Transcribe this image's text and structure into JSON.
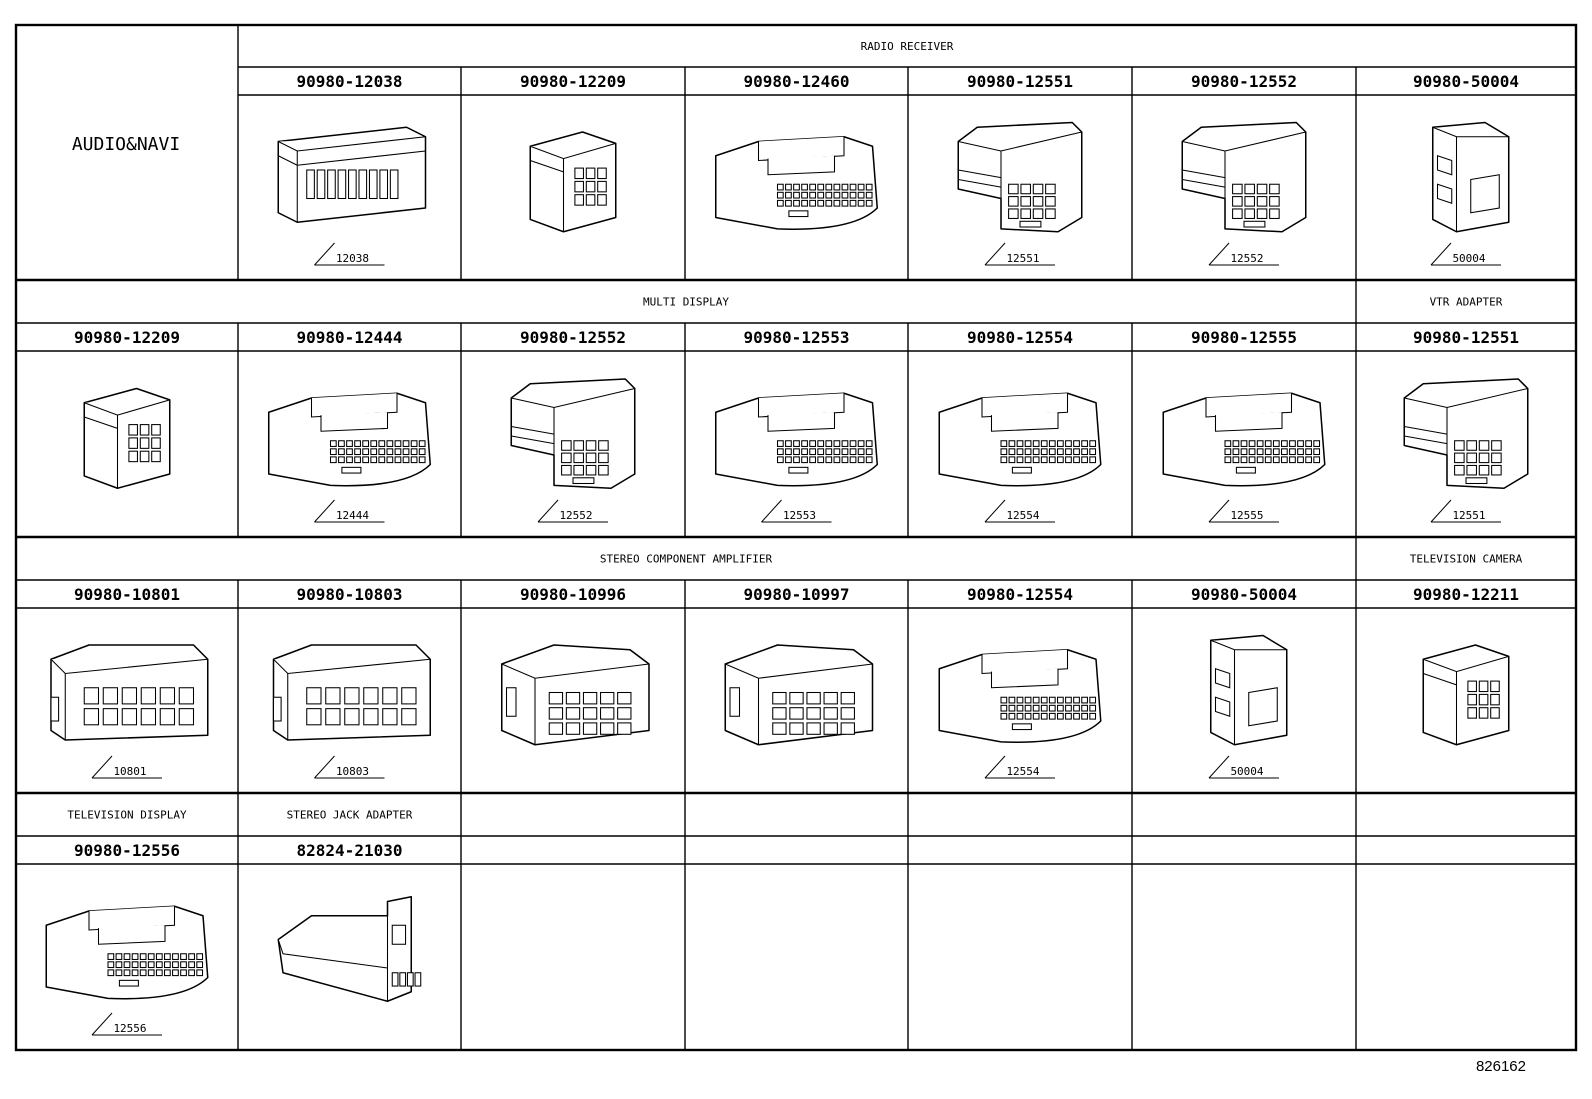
{
  "title": "AUDIO&NAVI",
  "figure_id": "826162",
  "rows": [
    {
      "sections": [
        {
          "label": "RADIO RECEIVER",
          "span": 6
        }
      ],
      "cells": [
        {
          "part": "90980-12038",
          "tag": "12038",
          "icon": "connector-wide-icon"
        },
        {
          "part": "90980-12209",
          "tag": "",
          "icon": "connector-square-icon"
        },
        {
          "part": "90980-12460",
          "tag": "",
          "icon": "connector-curved-icon"
        },
        {
          "part": "90980-12551",
          "tag": "12551",
          "icon": "connector-frame-icon"
        },
        {
          "part": "90980-12552",
          "tag": "12552",
          "icon": "connector-frame-icon"
        },
        {
          "part": "90980-50004",
          "tag": "50004",
          "icon": "connector-tall-icon"
        }
      ]
    },
    {
      "sections": [
        {
          "label": "MULTI DISPLAY",
          "span": 6
        },
        {
          "label": "VTR ADAPTER",
          "span": 1
        }
      ],
      "cells": [
        {
          "part": "90980-12209",
          "tag": "",
          "icon": "connector-square-icon"
        },
        {
          "part": "90980-12444",
          "tag": "12444",
          "icon": "connector-curved-icon"
        },
        {
          "part": "90980-12552",
          "tag": "12552",
          "icon": "connector-frame-icon"
        },
        {
          "part": "90980-12553",
          "tag": "12553",
          "icon": "connector-curved-icon"
        },
        {
          "part": "90980-12554",
          "tag": "12554",
          "icon": "connector-curved-icon"
        },
        {
          "part": "90980-12555",
          "tag": "12555",
          "icon": "connector-curved-icon"
        },
        {
          "part": "90980-12551",
          "tag": "12551",
          "icon": "connector-frame-icon"
        }
      ]
    },
    {
      "sections": [
        {
          "label": "STEREO COMPONENT AMPLIFIER",
          "span": 6
        },
        {
          "label": "TELEVISION CAMERA",
          "span": 1
        }
      ],
      "cells": [
        {
          "part": "90980-10801",
          "tag": "10801",
          "icon": "connector-grid-icon"
        },
        {
          "part": "90980-10803",
          "tag": "10803",
          "icon": "connector-grid-icon"
        },
        {
          "part": "90980-10996",
          "tag": "",
          "icon": "connector-block-icon"
        },
        {
          "part": "90980-10997",
          "tag": "",
          "icon": "connector-block-icon"
        },
        {
          "part": "90980-12554",
          "tag": "12554",
          "icon": "connector-curved-icon"
        },
        {
          "part": "90980-50004",
          "tag": "50004",
          "icon": "connector-tall-icon"
        },
        {
          "part": "90980-12211",
          "tag": "",
          "icon": "connector-square-icon"
        }
      ]
    },
    {
      "sections": [
        {
          "label": "TELEVISION DISPLAY",
          "span": 1
        },
        {
          "label": "STEREO JACK ADAPTER",
          "span": 1
        },
        {
          "label": "",
          "span": 1
        },
        {
          "label": "",
          "span": 1
        },
        {
          "label": "",
          "span": 1
        },
        {
          "label": "",
          "span": 1
        },
        {
          "label": "",
          "span": 1
        }
      ],
      "cells": [
        {
          "part": "90980-12556",
          "tag": "12556",
          "icon": "connector-curved-icon"
        },
        {
          "part": "82824-21030",
          "tag": "",
          "icon": "connector-jack-icon"
        },
        {
          "part": "",
          "tag": "",
          "icon": ""
        },
        {
          "part": "",
          "tag": "",
          "icon": ""
        },
        {
          "part": "",
          "tag": "",
          "icon": ""
        },
        {
          "part": "",
          "tag": "",
          "icon": ""
        },
        {
          "part": "",
          "tag": "",
          "icon": ""
        }
      ]
    }
  ]
}
